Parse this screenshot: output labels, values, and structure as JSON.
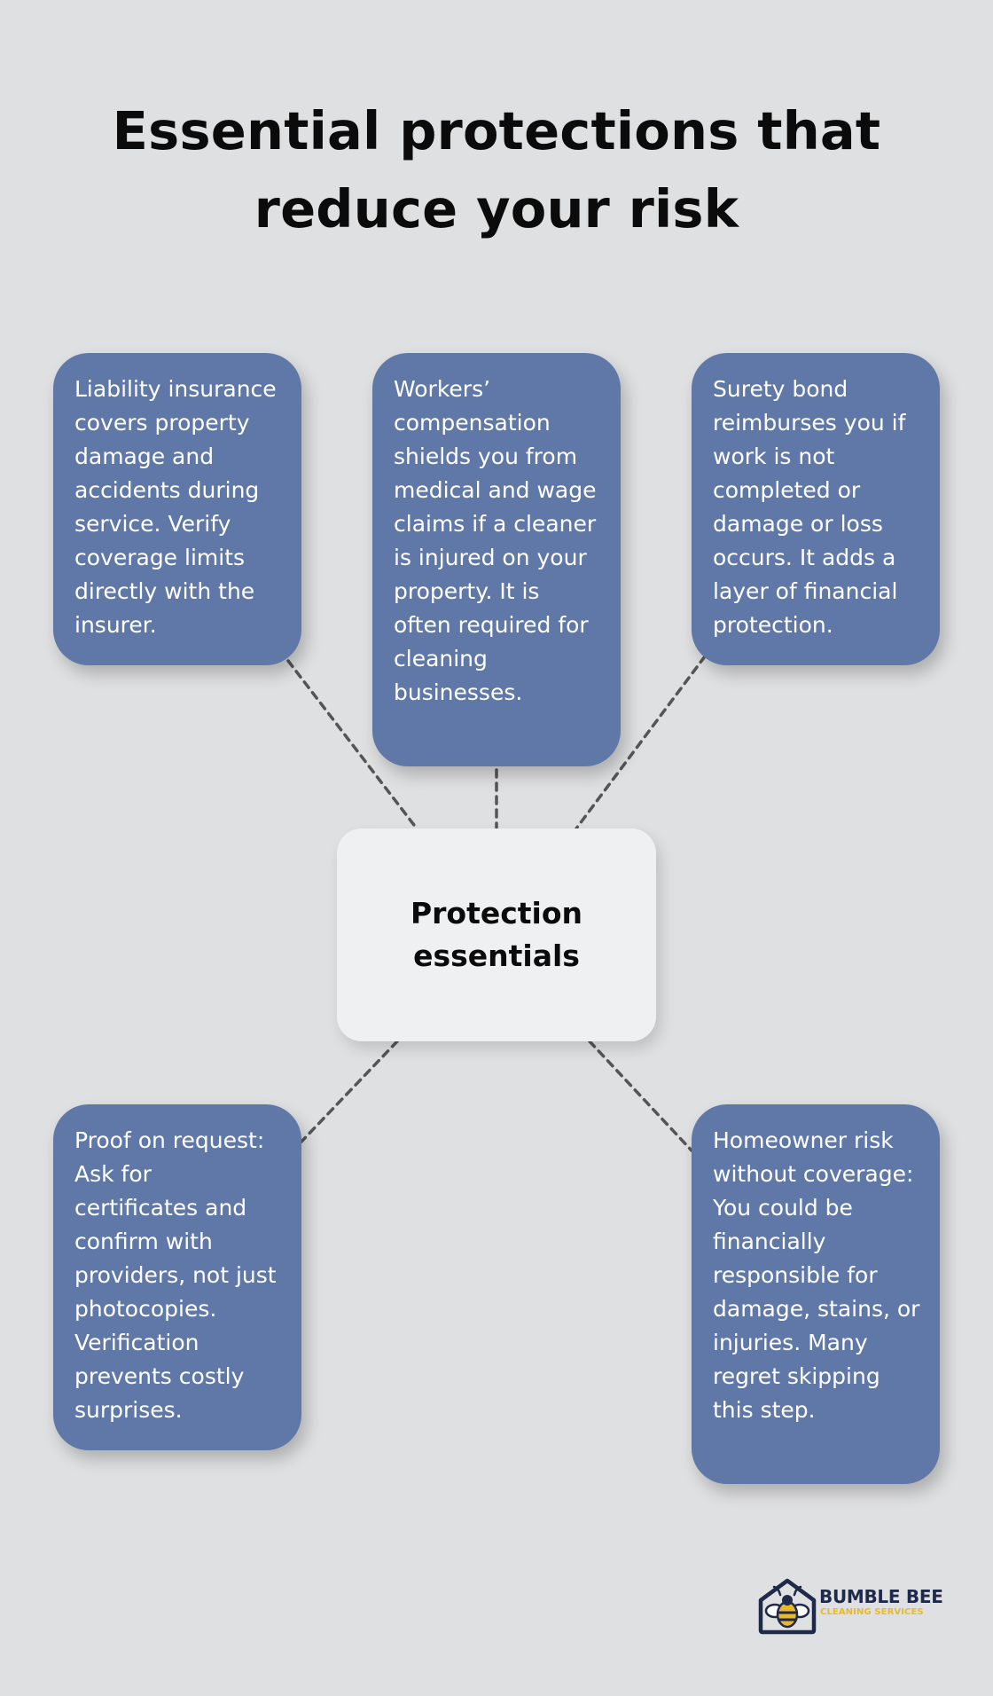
{
  "title": "Essential protections that reduce your risk",
  "center": {
    "label": "Protection essentials"
  },
  "cards": {
    "liability": "Liability insurance covers property damage and accidents during service. Verify coverage limits directly with the insurer.",
    "workers": "Workers’ compensation shields you from medical and wage claims if a cleaner is injured on your property. It is often required for cleaning businesses.",
    "surety": "Surety bond reimburses you if work is not completed or damage or loss occurs. It adds a layer of financial protection.",
    "proof": "Proof on request: Ask for certificates and confirm with providers, not just photocopies. Verification prevents costly surprises.",
    "homeowner": "Homeowner risk without coverage: You could be financially responsible for damage, stains, or injuries. Many regret skipping this step."
  },
  "logo": {
    "name": "BUMBLE BEE",
    "tagline": "CLEANING SERVICES"
  },
  "colors": {
    "background": "#dfe0e1",
    "card": "#6078a8",
    "center_box": "#eff0f2",
    "connector": "#555555",
    "logo_navy": "#1f2a4a",
    "logo_yellow": "#e8b92a"
  }
}
